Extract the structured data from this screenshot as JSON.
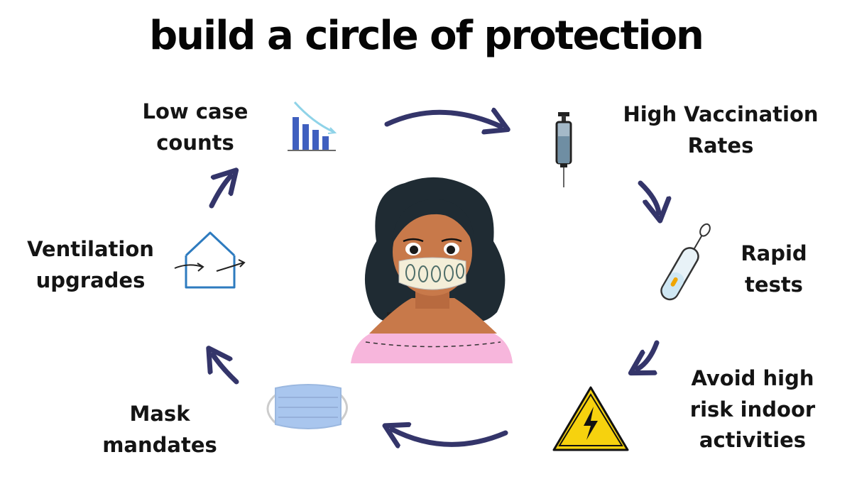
{
  "title": "build a circle of protection",
  "steps": [
    {
      "id": "low-case-counts",
      "lines": [
        "Low case",
        "counts"
      ],
      "icon": "declining-bar-chart-icon"
    },
    {
      "id": "high-vaccination-rates",
      "lines": [
        "High Vaccination",
        "Rates"
      ],
      "icon": "syringe-icon"
    },
    {
      "id": "rapid-tests",
      "lines": [
        "Rapid",
        "tests"
      ],
      "icon": "test-tube-swab-icon"
    },
    {
      "id": "avoid-indoor",
      "lines": [
        "Avoid high",
        "risk indoor",
        "activities"
      ],
      "icon": "warning-triangle-icon"
    },
    {
      "id": "mask-mandates",
      "lines": [
        "Mask",
        "mandates"
      ],
      "icon": "face-mask-icon"
    },
    {
      "id": "ventilation-upgrades",
      "lines": [
        "Ventilation",
        "upgrades"
      ],
      "icon": "house-airflow-icon"
    }
  ],
  "colors": {
    "arrow": "#34356a",
    "chart_bar": "#3f5fbf",
    "house": "#2e7bbf",
    "mask": "#a9c6ee",
    "warning": "#f6d20e",
    "shirt": "#f7b6dc",
    "skin": "#c8794a",
    "hair": "#1f2b33"
  }
}
